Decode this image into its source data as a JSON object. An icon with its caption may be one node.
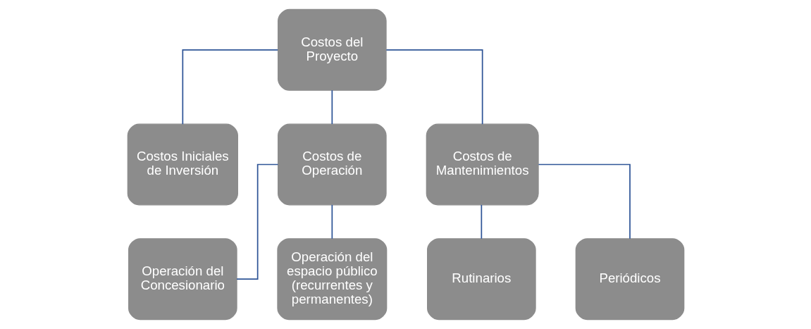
{
  "diagram": {
    "nodes": [
      {
        "text": [
          "Costos del Proyecto"
        ]
      },
      {
        "text": [
          "Costos Iniciales de Inversión"
        ]
      },
      {
        "text": [
          "Costos de Operación"
        ]
      },
      {
        "text": [
          "Costos de Mantenimientos"
        ]
      },
      {
        "text": [
          "Operación del Concesionario"
        ]
      },
      {
        "text": [
          "Operación del espacio público (recurrentes y permanentes)"
        ]
      },
      {
        "text": [
          "Rutinarios"
        ]
      },
      {
        "text": [
          "Periódicos"
        ]
      }
    ],
    "edges": [
      {
        "from": 0,
        "to": 1,
        "arrow": "none"
      },
      {
        "from": 0,
        "to": 2,
        "arrow": "none"
      },
      {
        "from": 0,
        "to": 3,
        "arrow": "none"
      },
      {
        "from": 2,
        "to": 4,
        "arrow": "none"
      },
      {
        "from": 2,
        "to": 5,
        "arrow": "none"
      },
      {
        "from": 3,
        "to": 6,
        "arrow": "none"
      },
      {
        "from": 3,
        "to": 7,
        "arrow": "none"
      }
    ]
  }
}
